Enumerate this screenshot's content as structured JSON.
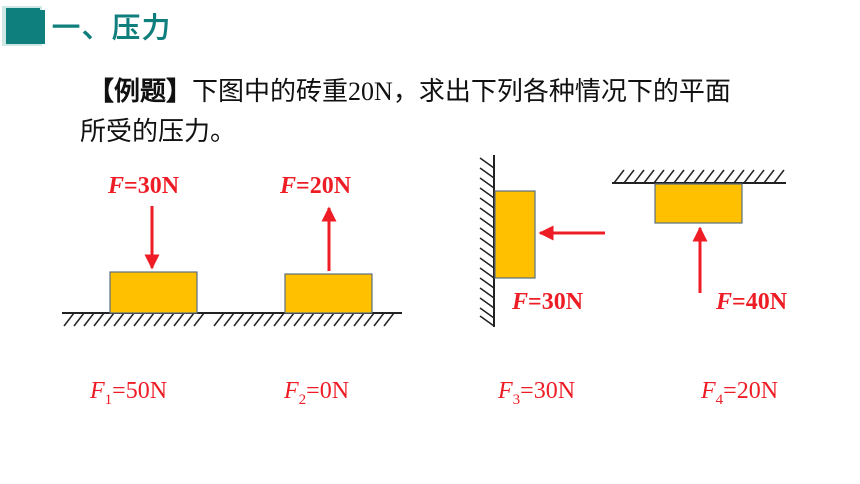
{
  "header": {
    "title": "一、压力"
  },
  "question": {
    "label": "【例题】",
    "text_a": "下图中的砖重",
    "brick_weight": "20N",
    "text_b": "，求出下列各种情况下的平面",
    "text_c": "所受的压力。"
  },
  "cases": [
    {
      "force_var": "F",
      "force_value": "=30N",
      "answer_var": "F",
      "answer_sub": "1",
      "answer_value": "=50N"
    },
    {
      "force_var": "F",
      "force_value": "=20N",
      "answer_var": "F",
      "answer_sub": "2",
      "answer_value": "=0N"
    },
    {
      "force_var": "F",
      "force_value": "=30N",
      "answer_var": "F",
      "answer_sub": "3",
      "answer_value": "=30N"
    },
    {
      "force_var": "F",
      "force_value": "=40N",
      "answer_var": "F",
      "answer_sub": "4",
      "answer_value": "=20N"
    }
  ],
  "colors": {
    "accent": "#0f7f7d",
    "force": "#ee1c25",
    "brick": "#ffc000",
    "brick_border": "#5b6e7e"
  }
}
